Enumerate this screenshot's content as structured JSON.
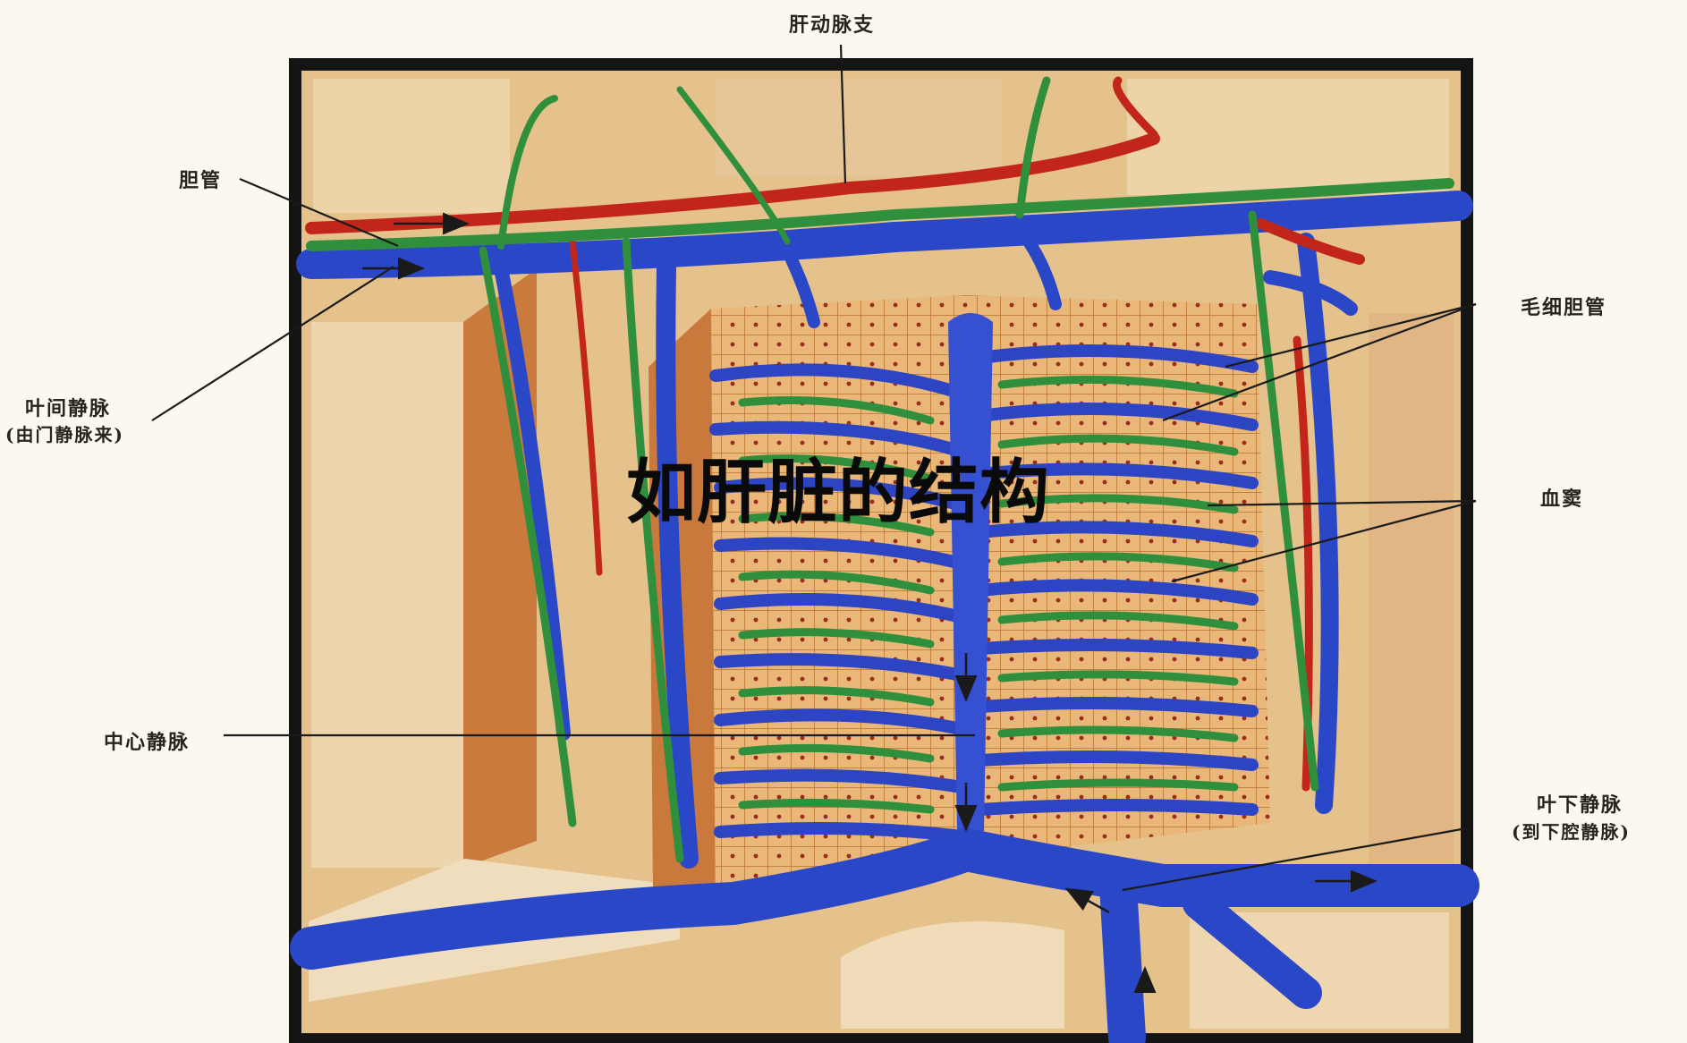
{
  "title": "如肝脏的结构",
  "labels": {
    "hepatic_artery_branch": "肝动脉支",
    "bile_duct": "胆管",
    "interlobular_vein": "叶间静脉",
    "interlobular_vein_note": "(由门静脉来)",
    "bile_canaliculi": "毛细胆管",
    "sinusoid": "血窦",
    "central_vein": "中心静脉",
    "sublobular_vein": "叶下静脉",
    "sublobular_vein_note": "(到下腔静脉)"
  },
  "colors": {
    "frame": "#141414",
    "portal_vein": "#2a47c8",
    "bile_duct": "#2f8f3c",
    "artery": "#c2261a",
    "hepatocyte": "#e8b878",
    "block": "#ecd3a8",
    "block_shadow": "#c97a3c"
  },
  "icons": {
    "flow_arrow": "arrow-icon"
  }
}
